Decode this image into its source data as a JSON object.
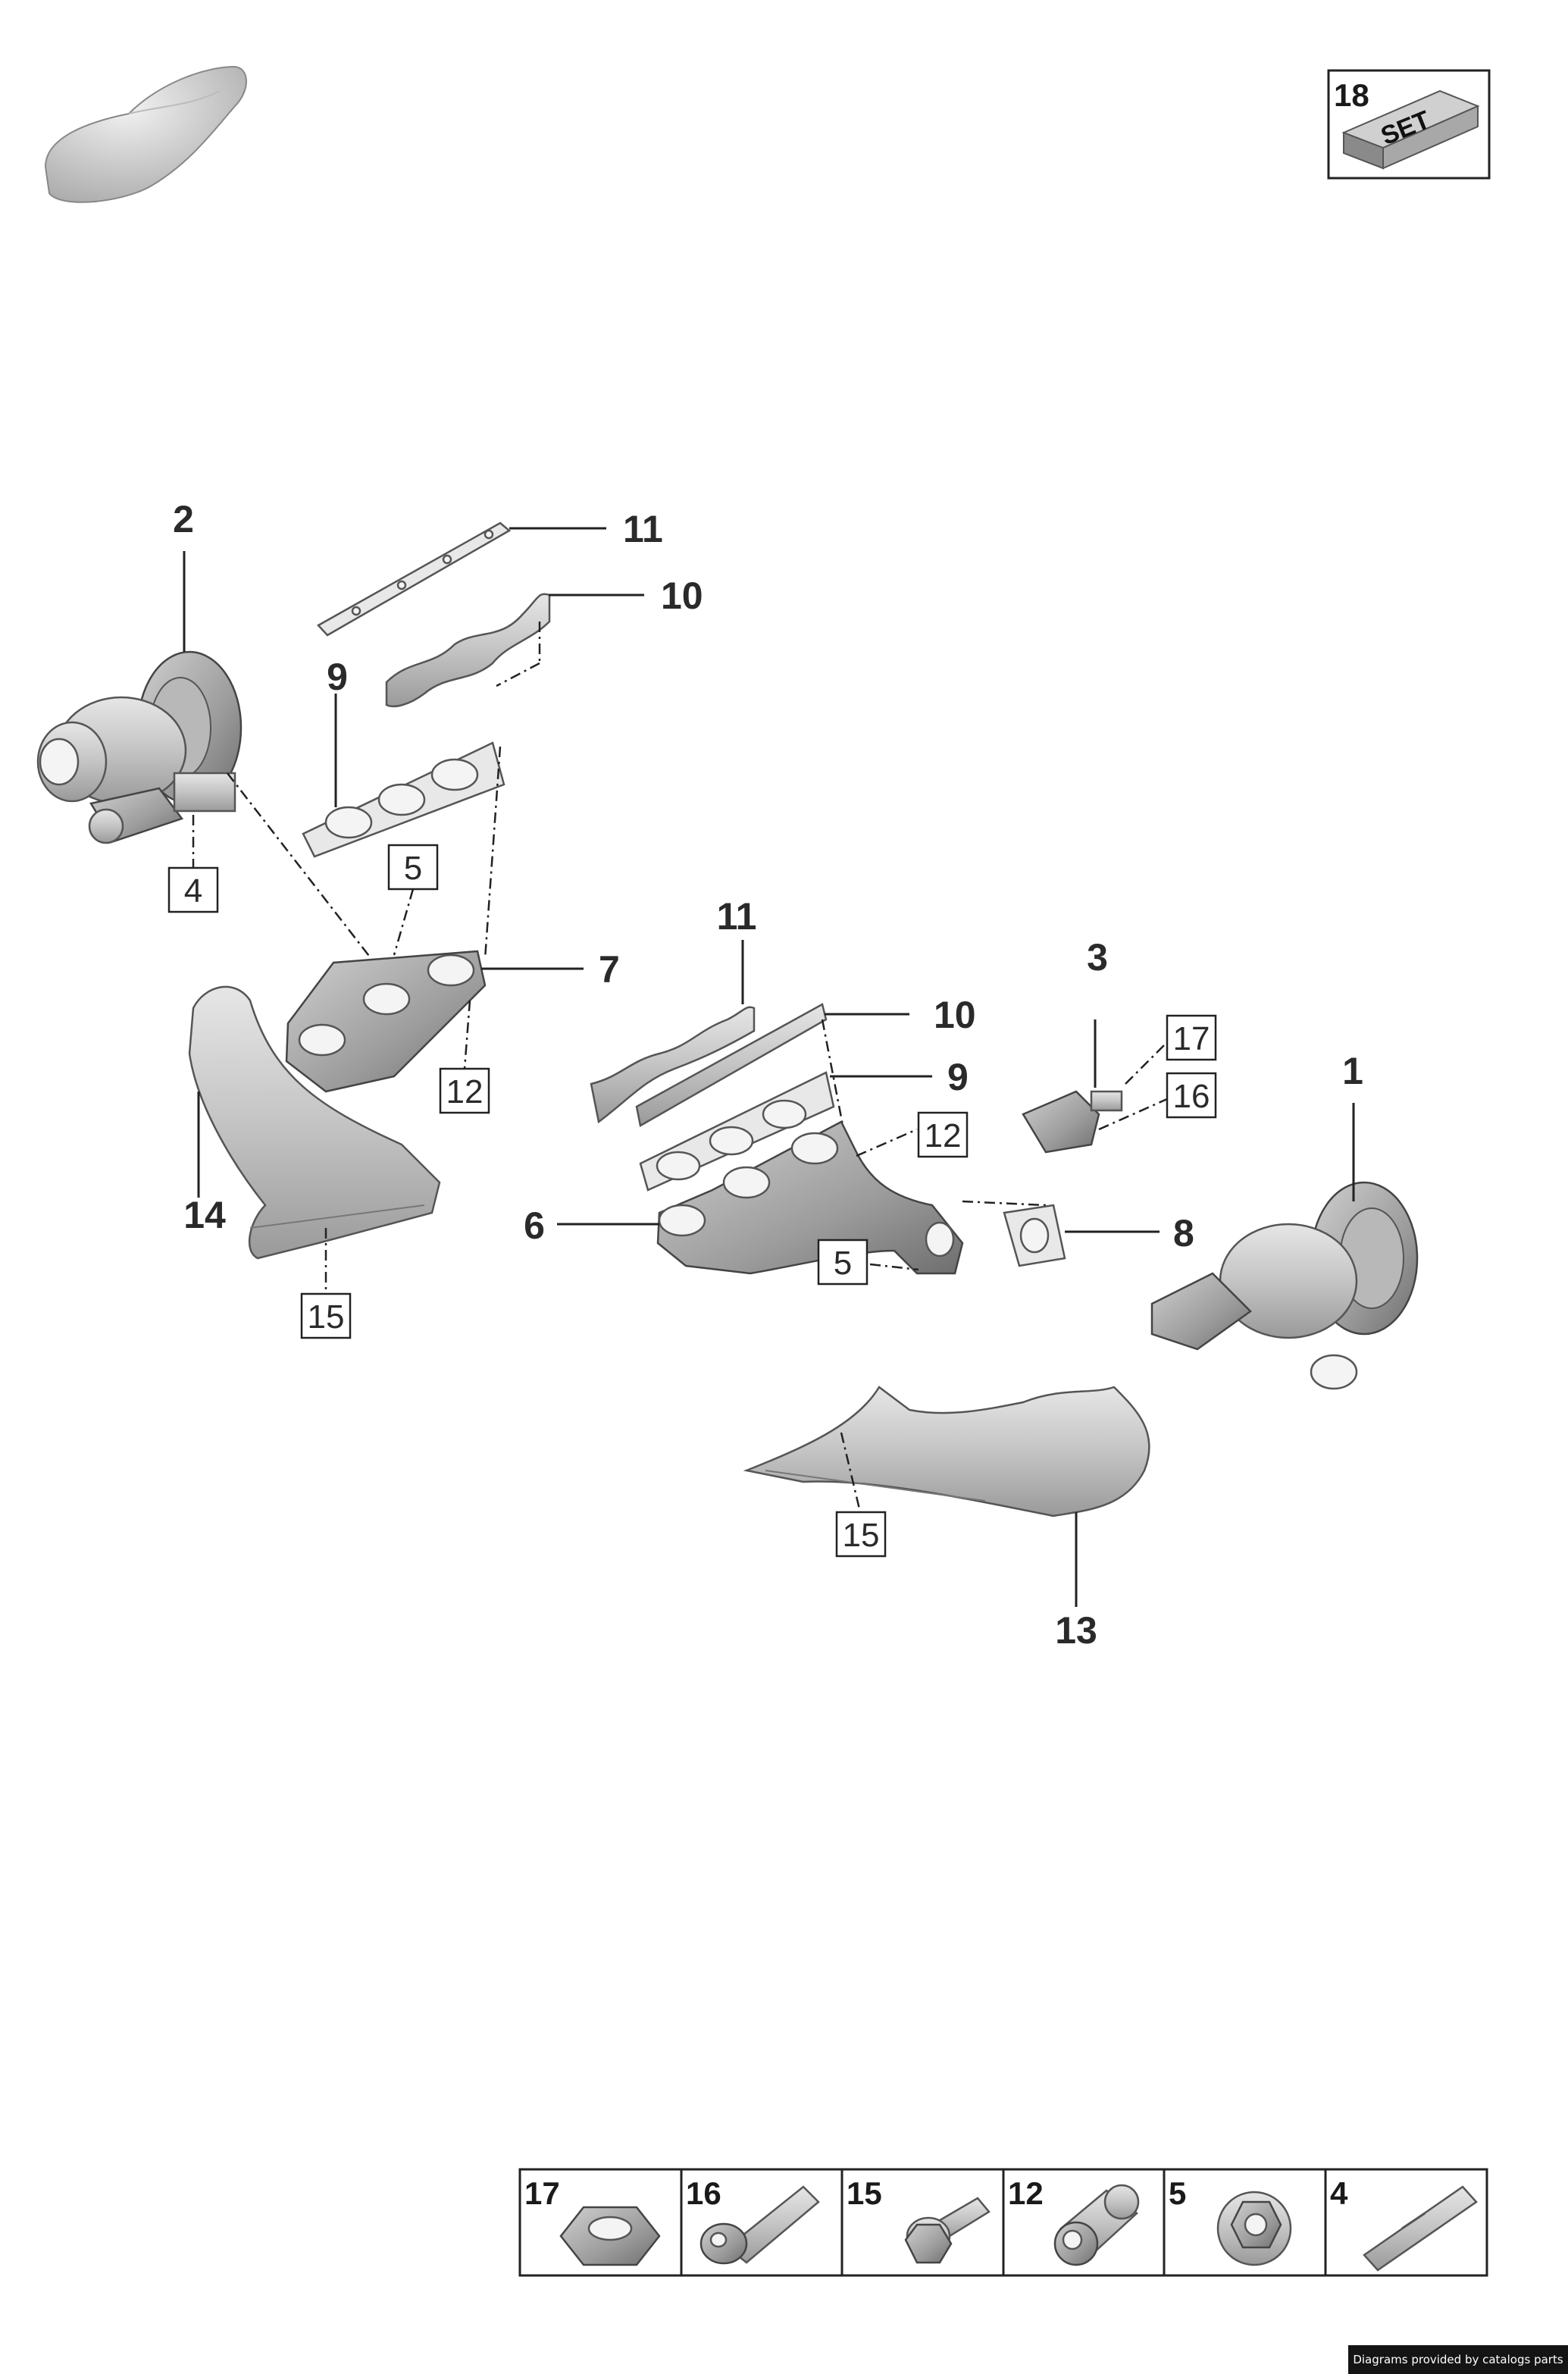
{
  "set_badge": {
    "number": "18",
    "label": "SET"
  },
  "callouts": {
    "c1": "1",
    "c2": "2",
    "c3": "3",
    "c6": "6",
    "c7": "7",
    "c8": "8",
    "c9a": "9",
    "c9b": "9",
    "c10a": "10",
    "c10b": "10",
    "c11a": "11",
    "c11b": "11",
    "c13": "13",
    "c14": "14"
  },
  "boxed": {
    "b4": "4",
    "b5a": "5",
    "b5b": "5",
    "b12a": "12",
    "b12b": "12",
    "b15a": "15",
    "b15b": "15",
    "b16": "16",
    "b17": "17"
  },
  "legend": [
    {
      "num": "17",
      "icon": "hex-nut-icon"
    },
    {
      "num": "16",
      "icon": "hex-socket-bolt-icon"
    },
    {
      "num": "15",
      "icon": "flange-bolt-icon"
    },
    {
      "num": "12",
      "icon": "threaded-sleeve-icon"
    },
    {
      "num": "5",
      "icon": "flange-nut-icon"
    },
    {
      "num": "4",
      "icon": "stud-icon"
    }
  ],
  "credit": "Diagrams provided by catalogs parts"
}
